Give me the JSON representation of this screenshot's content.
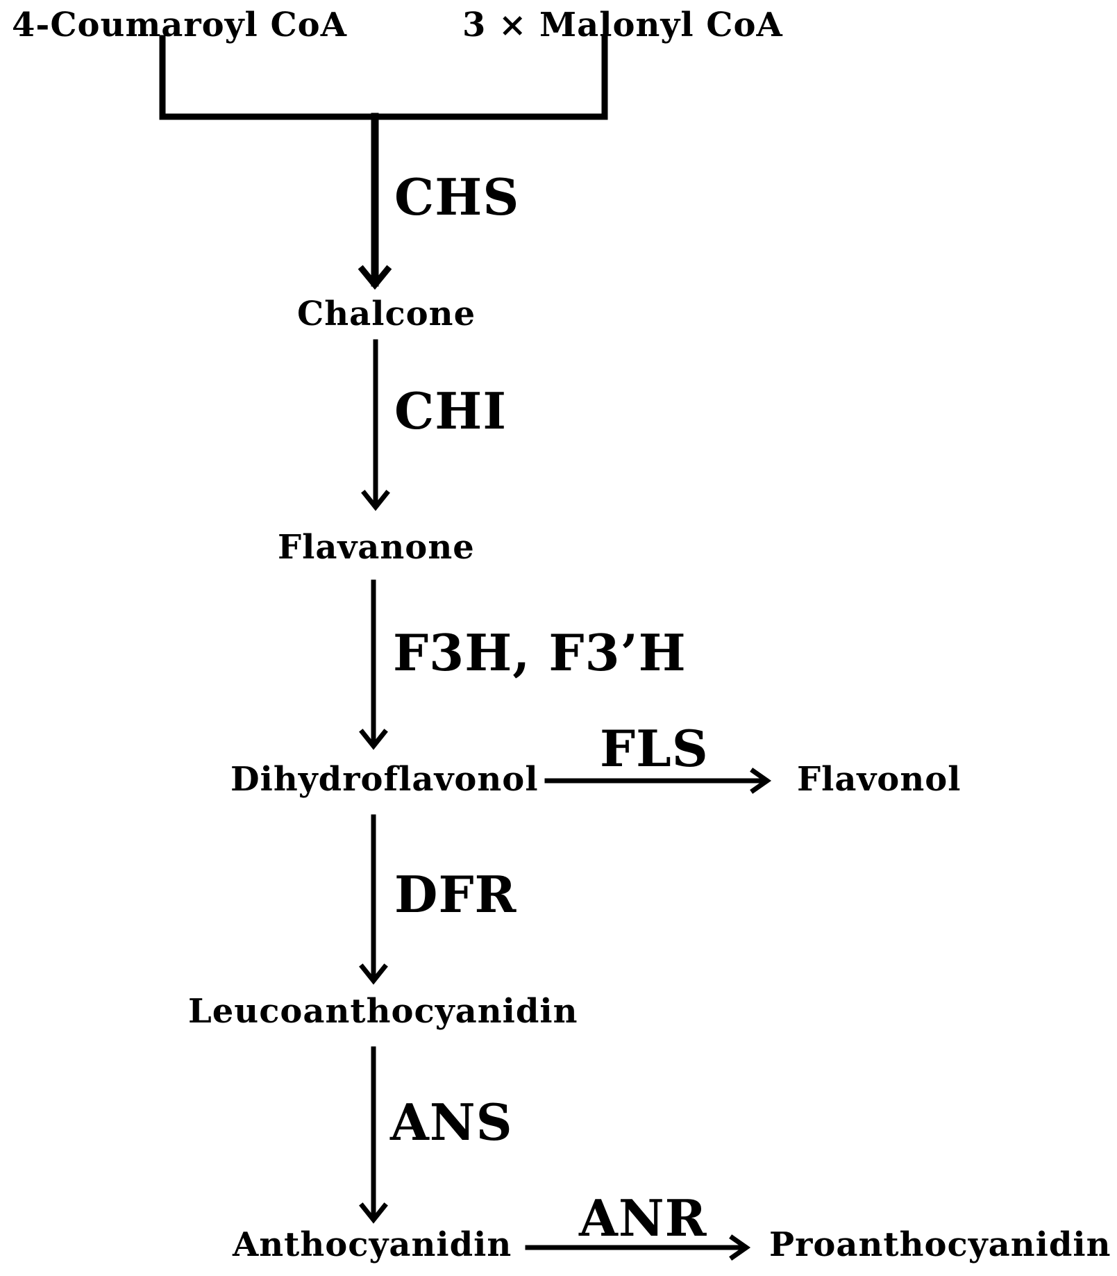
{
  "colors": {
    "background": "#ffffff",
    "ink": "#000000"
  },
  "compounds": {
    "coumaroyl_coa": "4-Coumaroyl CoA",
    "malonyl_coa": "3 × Malonyl CoA",
    "chalcone": "Chalcone",
    "flavanone": "Flavanone",
    "dihydroflavonol": "Dihydroflavonol",
    "flavonol": "Flavonol",
    "leucoanthocyanidin": "Leucoanthocyanidin",
    "anthocyanidin": "Anthocyanidin",
    "proanthocyanidin": "Proanthocyanidin"
  },
  "enzymes": {
    "chs": "CHS",
    "chi": "CHI",
    "f3h": "F3H, F3’H",
    "fls": "FLS",
    "dfr": "DFR",
    "ans": "ANS",
    "anr": "ANR"
  }
}
